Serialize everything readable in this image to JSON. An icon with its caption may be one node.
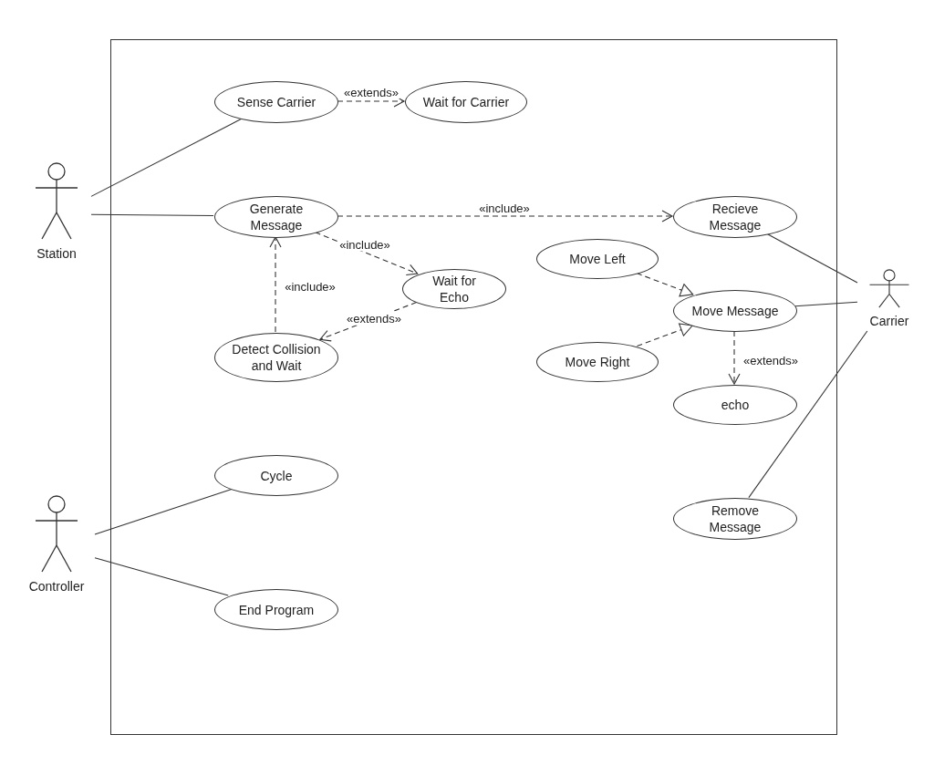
{
  "diagram": {
    "nodes": [
      {
        "text": [],
        "shape": "box"
      },
      {
        "text": [
          "Station"
        ]
      },
      {
        "text": [
          "Sense Carrier"
        ],
        "in": 0
      },
      {
        "text": [
          "Wait for Carrier"
        ],
        "in": 0
      },
      {
        "text": [
          "Generate Message"
        ],
        "in": 0
      },
      {
        "text": [
          "Recieve Message"
        ],
        "in": 0
      },
      {
        "text": [
          "Move Left"
        ],
        "in": 0
      },
      {
        "text": [
          "Wait for Echo"
        ],
        "in": 0
      },
      {
        "text": [
          "Move Message"
        ],
        "in": 0
      },
      {
        "text": [
          "Detect Collision and Wait"
        ],
        "in": 0
      },
      {
        "text": [
          "Move Right"
        ],
        "in": 0
      },
      {
        "text": [
          "echo"
        ],
        "in": 0
      },
      {
        "text": [
          "Cycle"
        ],
        "in": 0
      },
      {
        "text": [
          "Remove Message"
        ],
        "in": 0
      },
      {
        "text": [
          "End Program"
        ],
        "in": 0
      },
      {
        "text": [
          "Controller"
        ]
      },
      {
        "text": [
          "Carrier"
        ]
      }
    ],
    "edges": [
      {
        "from": 1,
        "to": 2,
        "arrow": "none"
      },
      {
        "from": 1,
        "to": 4,
        "arrow": "none"
      },
      {
        "from": 2,
        "to": 3,
        "arrow": "to",
        "label": "«extends»",
        "style": "dashed"
      },
      {
        "from": 4,
        "to": 5,
        "arrow": "to",
        "label": "«include»",
        "style": "dashed"
      },
      {
        "from": 4,
        "to": 7,
        "arrow": "to",
        "label": "«include»",
        "style": "dashed"
      },
      {
        "from": 9,
        "to": 4,
        "arrow": "to",
        "label": "«include»",
        "style": "dashed"
      },
      {
        "from": 7,
        "to": 9,
        "arrow": "to",
        "label": "«extends»",
        "style": "dashed"
      },
      {
        "from": 6,
        "to": 8,
        "arrow": "to",
        "style": "dashed"
      },
      {
        "from": 10,
        "to": 8,
        "arrow": "to",
        "style": "dashed"
      },
      {
        "from": 8,
        "to": 11,
        "arrow": "to",
        "label": "«extends»",
        "style": "dashed"
      },
      {
        "from": 16,
        "to": 5,
        "arrow": "none"
      },
      {
        "from": 16,
        "to": 8,
        "arrow": "none"
      },
      {
        "from": 16,
        "to": 13,
        "arrow": "none"
      },
      {
        "from": 15,
        "to": 12,
        "arrow": "none"
      },
      {
        "from": 15,
        "to": 14,
        "arrow": "none"
      }
    ]
  }
}
